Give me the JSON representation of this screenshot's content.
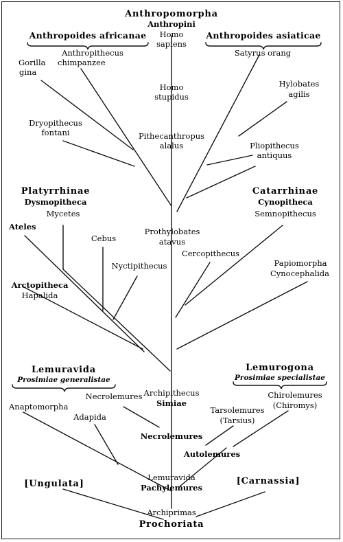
{
  "labels": {
    "anthropomorpha": "Anthropomorpha",
    "anthropini": "Anthropini",
    "homo_sapiens_1": "Homo",
    "homo_sapiens_2": "sapiens",
    "anthropoides_africanae": "Anthropoides africanae",
    "anthropoides_asiaticae": "Anthropoides asiaticae",
    "anthropithecus": "Anthropithecus",
    "gorilla": "Gorilla",
    "gina": "gina",
    "chimpanzee": "chimpanzee",
    "satyrus_orang": "Satyrus orang",
    "homo_stupidus_1": "Homo",
    "homo_stupidus_2": "stupidus",
    "hylobates_1": "Hylobates",
    "hylobates_2": "agilis",
    "dryopithecus_1": "Dryopithecus",
    "dryopithecus_2": "fontani",
    "pithecanthropus_1": "Pithecanthropus",
    "pithecanthropus_2": "alalus",
    "pliopithecus_1": "Pliopithecus",
    "pliopithecus_2": "antiquus",
    "platyrrhinae": "Platyrrhinae",
    "dysmopitheca": "Dysmopitheca",
    "mycetes": "Mycetes",
    "catarrhinae": "Catarrhinae",
    "cynopitheca": "Cynopitheca",
    "semnopithecus": "Semnopithecus",
    "ateles": "Ateles",
    "cebus": "Cebus",
    "prothylobates_1": "Prothylobates",
    "prothylobates_2": "atavus",
    "cercopithecus": "Cercopithecus",
    "nyctipithecus": "Nyctipithecus",
    "papiomorpha": "Papiomorpha",
    "cynocephalida": "Cynocephalida",
    "arctopitheca": "Arctopitheca",
    "hapalida": "Hapalida",
    "lemuravida_hdr": "Lemuravida",
    "prosimiae_generalistae": "Prosimiae generalistae",
    "lemurogona": "Lemurogona",
    "prosimiae_specialistae": "Prosimiae specialistae",
    "necrolemures_small": "Necrolemures",
    "archipithecus": "Archipithecus",
    "simiae": "Simiae",
    "chirolemures_1": "Chirolemures",
    "chirolemures_2": "(Chiromys)",
    "anaptomorpha": "Anaptomorpha",
    "adapida": "Adapida",
    "tarsolemures_1": "Tarsolemures",
    "tarsolemures_2": "(Tarsius)",
    "necrolemures_bold": "Necrolemures",
    "autolemures": "Autolemures",
    "lemuravida": "Lemuravida",
    "pachylemures": "Pachylemures",
    "ungulata": "[Ungulata]",
    "carnassia": "[Carnassia]",
    "archiprimas": "Archiprimas",
    "prochoriata": "Prochoriata"
  }
}
